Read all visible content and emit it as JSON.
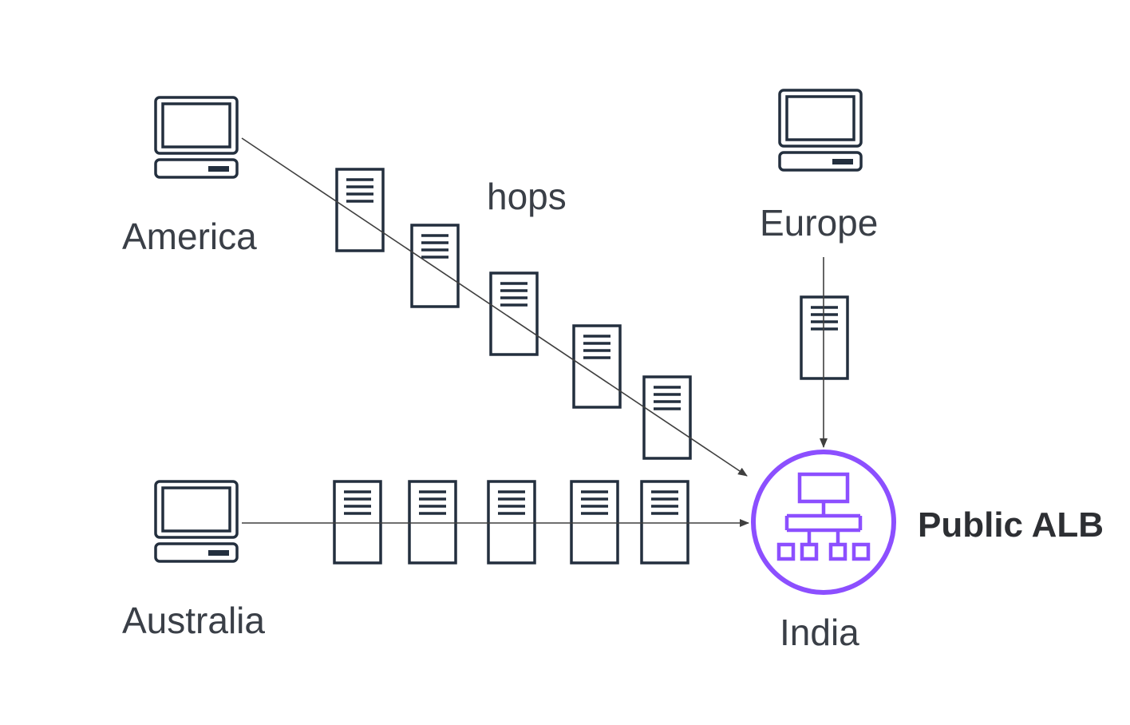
{
  "diagram": {
    "labels": {
      "america": "America",
      "europe": "Europe",
      "australia": "Australia",
      "india": "India",
      "hops": "hops",
      "alb": "Public ALB"
    },
    "nodes": {
      "computer_icon": "desktop-computer-icon",
      "server_icon": "server-icon",
      "alb_icon": "application-load-balancer-icon"
    },
    "colors": {
      "icon_stroke": "#232f3e",
      "alb_accent": "#8c4fff",
      "connector": "#3f3f3f",
      "text": "#3a3f47"
    }
  }
}
